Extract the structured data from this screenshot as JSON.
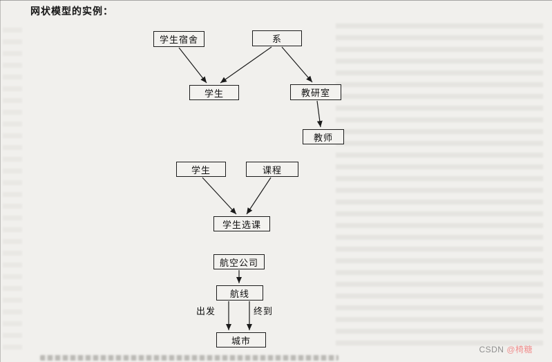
{
  "page": {
    "title": "网状模型的实例：",
    "watermark": {
      "prefix": "CSDN",
      "author": "@椅糖"
    }
  },
  "diagram": {
    "nodes": {
      "dorm": "学生宿舍",
      "dept": "系",
      "student_top": "学生",
      "office": "教研室",
      "teacher": "教师",
      "student_mid": "学生",
      "course": "课程",
      "enroll": "学生选课",
      "airline": "航空公司",
      "route": "航线",
      "city": "城市"
    },
    "edges": [
      {
        "from": "学生宿舍",
        "to": "学生"
      },
      {
        "from": "系",
        "to": "学生"
      },
      {
        "from": "系",
        "to": "教研室"
      },
      {
        "from": "教研室",
        "to": "教师"
      },
      {
        "from": "学生",
        "to": "学生选课"
      },
      {
        "from": "课程",
        "to": "学生选课"
      },
      {
        "from": "航空公司",
        "to": "航线"
      },
      {
        "from": "航线",
        "to": "城市",
        "label": "出发"
      },
      {
        "from": "航线",
        "to": "城市",
        "label": "终到"
      }
    ],
    "edge_labels": {
      "depart": "出发",
      "arrive": "终到"
    }
  }
}
